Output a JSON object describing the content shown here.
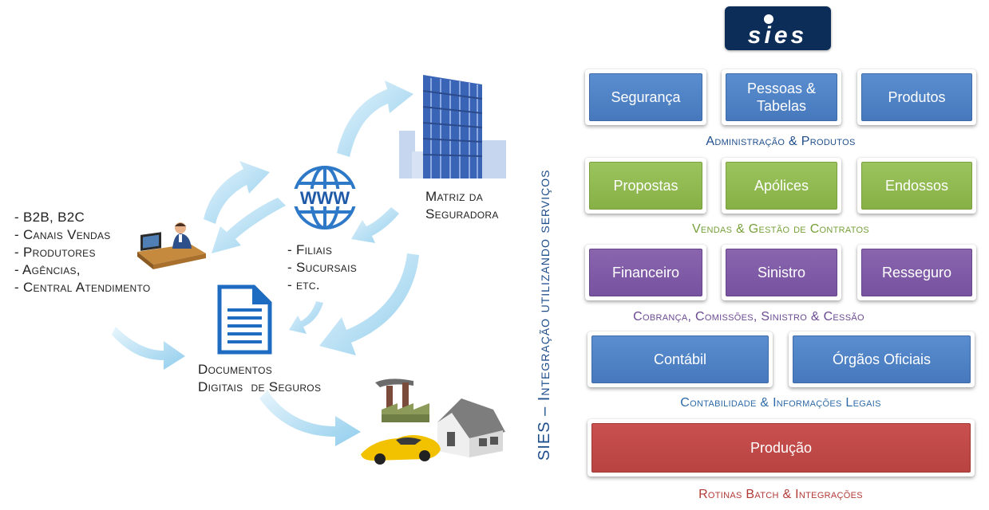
{
  "logo": {
    "text": "sies"
  },
  "vertical_title": "SIES – Integração utilizando serviços",
  "left": {
    "list": [
      "- B2B, B2C",
      "- Canais Vendas",
      "- Produtores",
      "- Agências,",
      "- Central Atendimento"
    ],
    "www_label": "WWW",
    "branches": [
      "- Filiais",
      "- Sucursais",
      "- etc."
    ],
    "matriz": [
      "Matriz da",
      "Seguradora"
    ],
    "documentos": [
      "Documentos",
      "Digitais  de Seguros"
    ]
  },
  "groups": [
    {
      "boxes": [
        "Segurança",
        "Pessoas &\nTabelas",
        "Produtos"
      ],
      "caption": "Administração & Produtos",
      "color": "#1f4e8c"
    },
    {
      "boxes": [
        "Propostas",
        "Apólices",
        "Endossos"
      ],
      "caption": "Vendas & Gestão de Contratos",
      "color": "#77a03a"
    },
    {
      "boxes": [
        "Financeiro",
        "Sinistro",
        "Resseguro"
      ],
      "caption": "Cobrança, Comissões, Sinistro & Cessão",
      "color": "#6b4a93"
    },
    {
      "boxes": [
        "Contábil",
        "Órgãos Oficiais"
      ],
      "caption": "Contabilidade & Informações Legais",
      "color": "#2d6aa8"
    },
    {
      "boxes": [
        "Produção"
      ],
      "caption": "Rotinas Batch & Integrações",
      "color": "#b23a36"
    }
  ],
  "colors": {
    "arrow": "#9fd4ef",
    "blue": "#4f82c4",
    "green": "#93bb50",
    "purple": "#7f5ba6",
    "red": "#bf4a47",
    "logo": "#0b2d57"
  }
}
